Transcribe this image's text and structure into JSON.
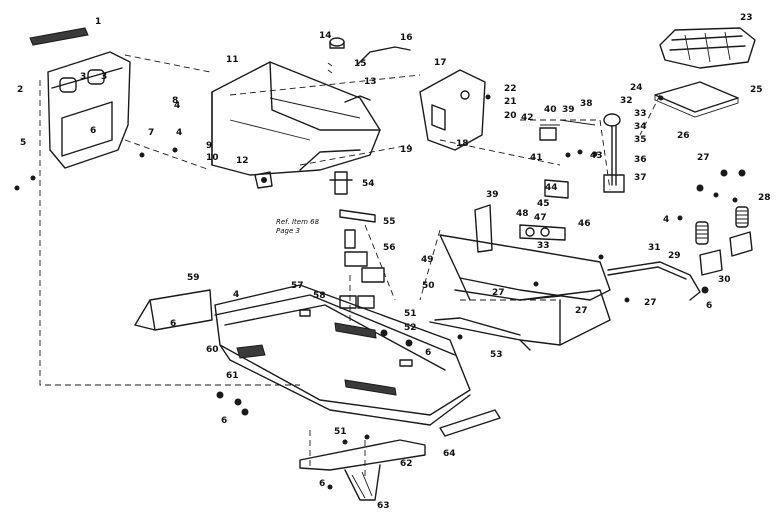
{
  "callouts": [
    "1",
    "2",
    "3",
    "3",
    "4",
    "4",
    "5",
    "6",
    "7",
    "8",
    "9",
    "10",
    "11",
    "12",
    "13",
    "14",
    "15",
    "16",
    "17",
    "18",
    "19",
    "20",
    "21",
    "22",
    "23",
    "24",
    "25",
    "26",
    "27",
    "28",
    "29",
    "30",
    "31",
    "32",
    "33",
    "34",
    "35",
    "36",
    "37",
    "38",
    "39",
    "40",
    "41",
    "42",
    "43",
    "44",
    "45",
    "46",
    "47",
    "48",
    "49",
    "50",
    "51",
    "52",
    "53",
    "54",
    "55",
    "56",
    "57",
    "58",
    "59",
    "60",
    "61",
    "62",
    "63",
    "64",
    "6",
    "6",
    "6",
    "6",
    "4",
    "4",
    "27",
    "27",
    "27",
    "39",
    "51",
    "33",
    "6"
  ],
  "reference_note": {
    "line1": "Ref. Item 68",
    "line2": "Page 3"
  }
}
